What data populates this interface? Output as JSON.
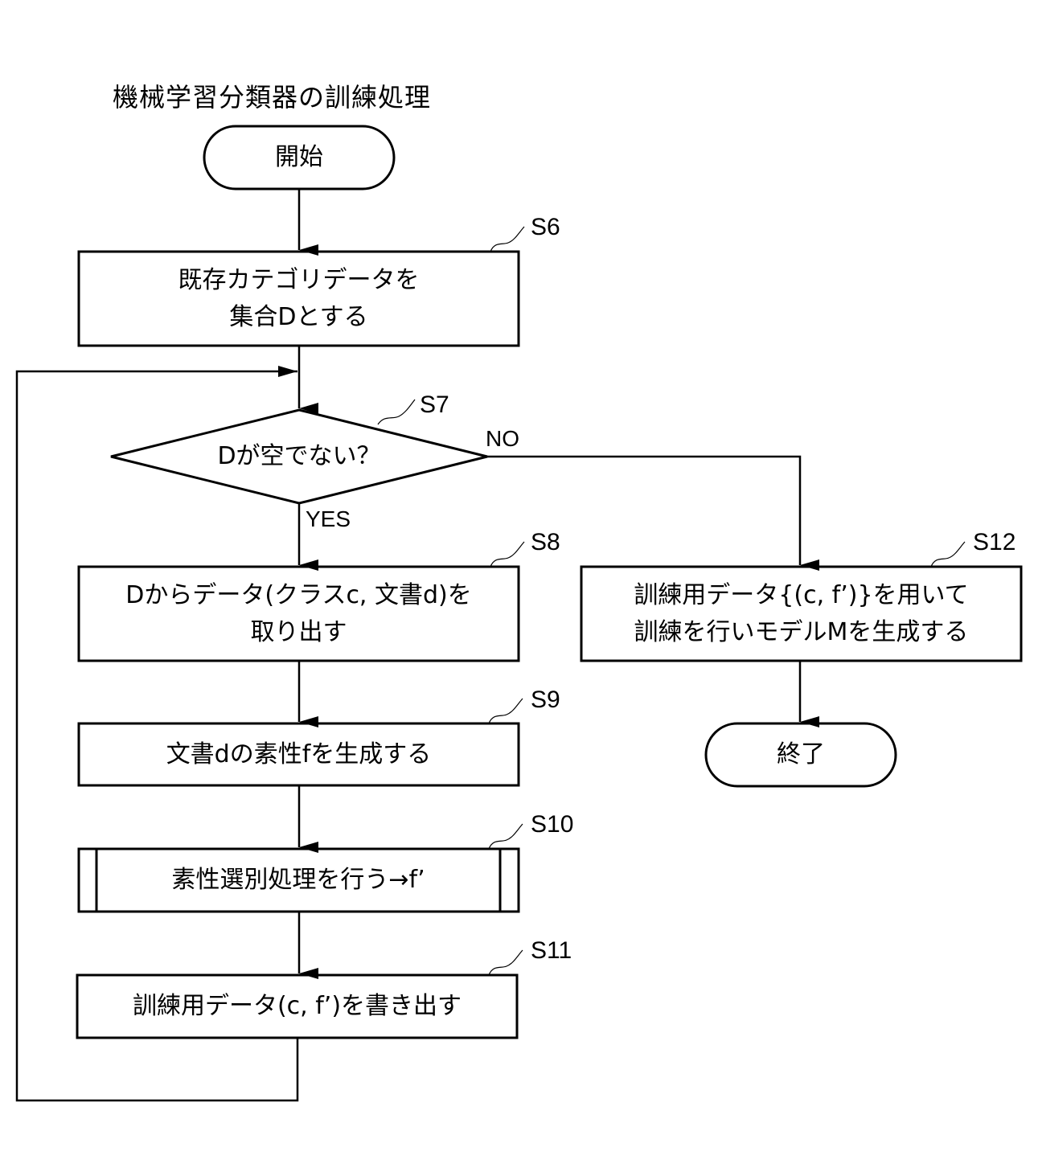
{
  "title": "機械学習分類器の訓練処理",
  "nodes": {
    "start": {
      "type": "terminal",
      "text": "開始"
    },
    "s6": {
      "step": "S6",
      "type": "process",
      "text": "既存カテゴリデータを\n集合Dとする"
    },
    "s7": {
      "step": "S7",
      "type": "decision",
      "text": "Dが空でない？",
      "yes_label": "YES",
      "no_label": "NO"
    },
    "s8": {
      "step": "S8",
      "type": "process",
      "text": "Dからデータ(クラスc, 文書d)を\n取り出す"
    },
    "s9": {
      "step": "S9",
      "type": "process",
      "text": "文書dの素性fを生成する"
    },
    "s10": {
      "step": "S10",
      "type": "predefined-process",
      "text": "素性選別処理を行う→f’"
    },
    "s11": {
      "step": "S11",
      "type": "process",
      "text": "訓練用データ(c, f’)を書き出す"
    },
    "s12": {
      "step": "S12",
      "type": "process",
      "text": "訓練用データ{(c, f’)}を用いて\n訓練を行いモデルMを生成する"
    },
    "end": {
      "type": "terminal",
      "text": "終了"
    }
  },
  "edges": [
    {
      "from": "start",
      "to": "s6"
    },
    {
      "from": "s6",
      "to": "s7"
    },
    {
      "from": "s7",
      "to": "s8",
      "label": "YES"
    },
    {
      "from": "s7",
      "to": "s12",
      "label": "NO"
    },
    {
      "from": "s8",
      "to": "s9"
    },
    {
      "from": "s9",
      "to": "s10"
    },
    {
      "from": "s10",
      "to": "s11"
    },
    {
      "from": "s11",
      "to": "s7",
      "note": "loop back"
    },
    {
      "from": "s12",
      "to": "end"
    }
  ],
  "colors": {
    "stroke": "#000000",
    "background": "#ffffff"
  }
}
